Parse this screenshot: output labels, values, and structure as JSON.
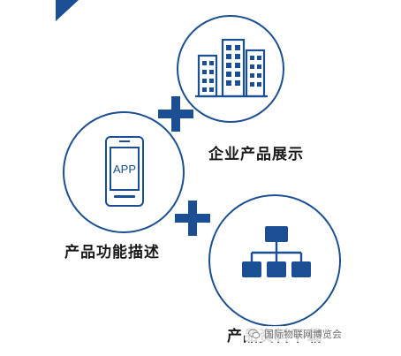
{
  "colors": {
    "primary": "#1b4f93",
    "text": "#1a1a1a",
    "background": "#ffffff"
  },
  "icons": {
    "building": "building-icon",
    "phone": "phone-icon",
    "hierarchy": "org-chart-icon",
    "plus": "plus-icon",
    "wechat": "wechat-icon"
  },
  "features": {
    "display": {
      "label": "企业产品展示"
    },
    "description": {
      "label": "产品功能描述",
      "app_text": "APP"
    },
    "download": {
      "label": "产品资料下载"
    }
  },
  "watermark": {
    "text": "国际物联网博览会"
  }
}
